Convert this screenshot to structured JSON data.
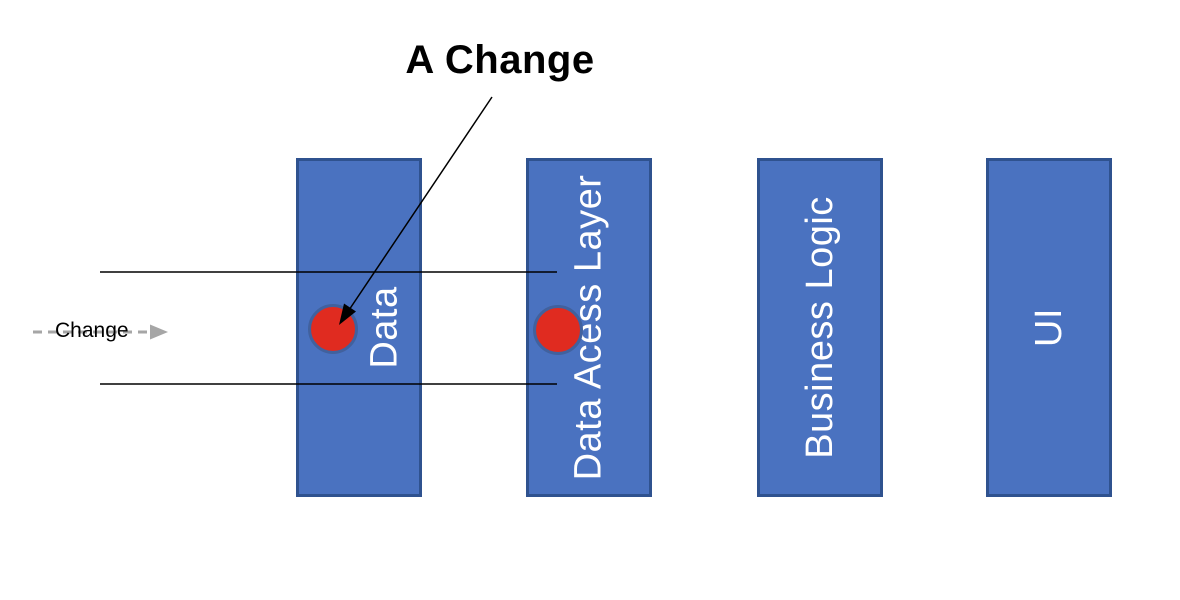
{
  "annotations": {
    "title": "A Change",
    "flow_label": "Change"
  },
  "layers": [
    {
      "label": "Data"
    },
    {
      "label": "Data Acess Layer"
    },
    {
      "label": "Business Logic"
    },
    {
      "label": "UI"
    }
  ],
  "change_dots": [
    {
      "on_layer": "Data"
    },
    {
      "on_layer": "Data Acess Layer"
    }
  ],
  "colors": {
    "layer_fill": "#4a72c0",
    "layer_border": "#2f528f",
    "dot_fill": "#e02b20",
    "dot_border": "#41619e",
    "line_color": "#000000",
    "flow_color": "#a6a6a6"
  }
}
